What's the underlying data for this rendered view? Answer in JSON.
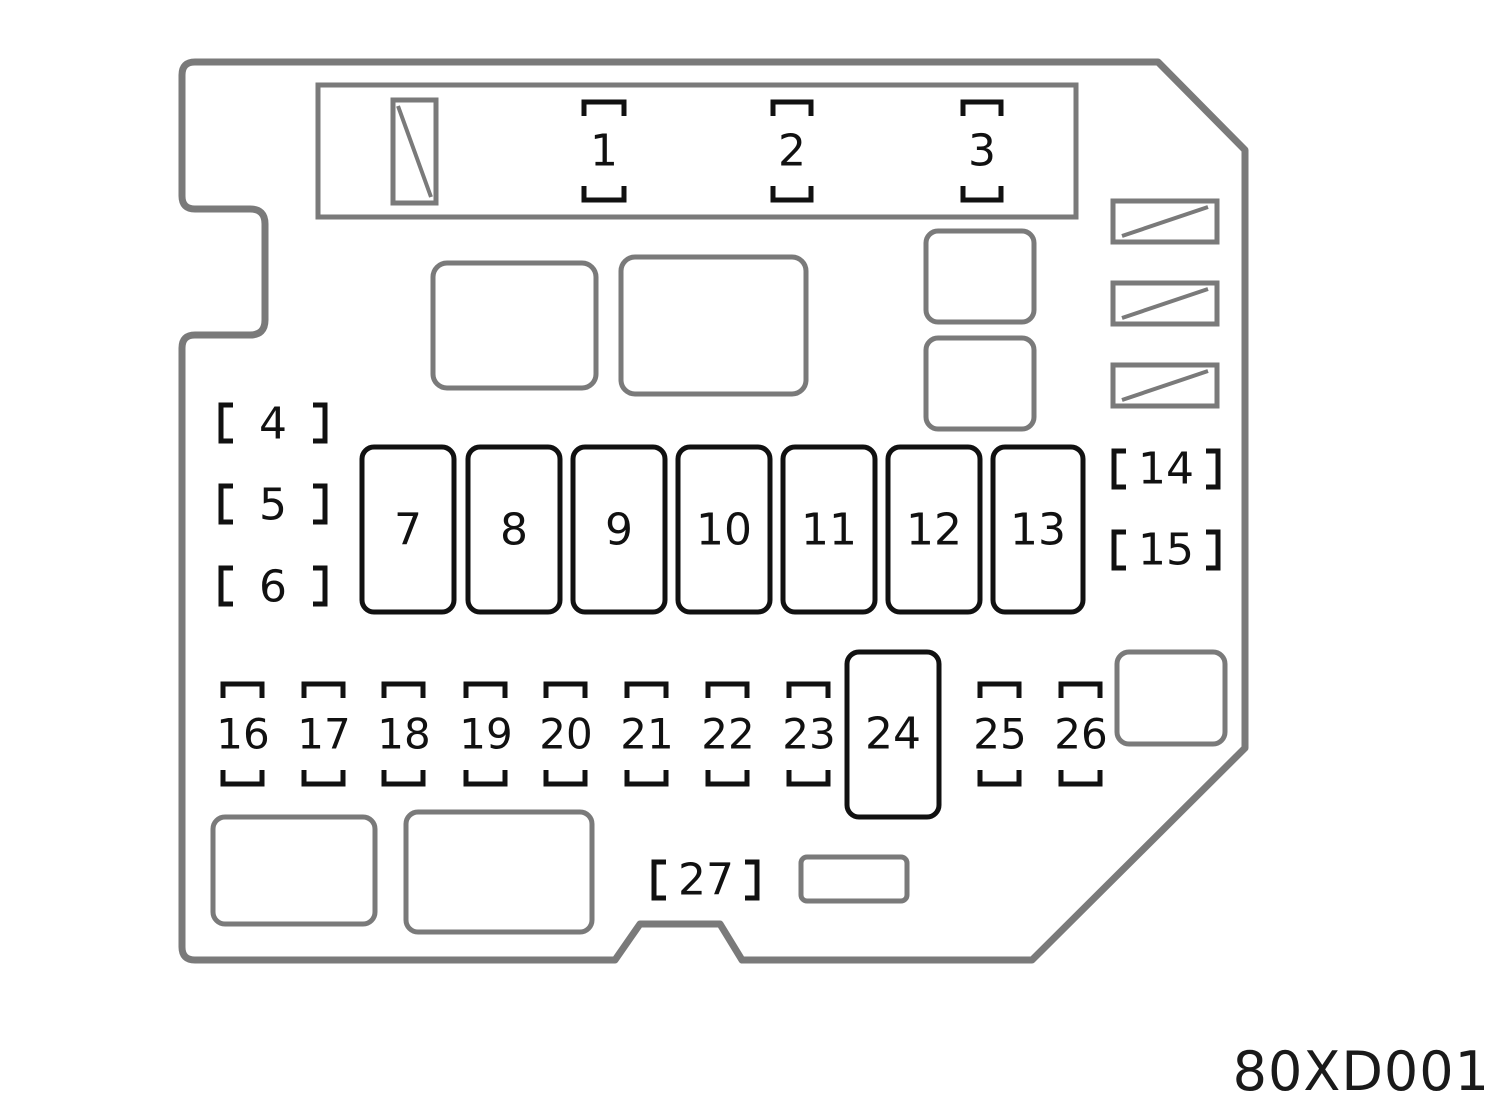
{
  "diagram_code": "80XD001",
  "top_fuses": [
    "1",
    "2",
    "3"
  ],
  "side_fuses": [
    "4",
    "5",
    "6"
  ],
  "big_fuses": [
    "7",
    "8",
    "9",
    "10",
    "11",
    "12",
    "13"
  ],
  "right_fuses": [
    "14",
    "15"
  ],
  "mini_fuses": [
    "16",
    "17",
    "18",
    "19",
    "20",
    "21",
    "22",
    "23"
  ],
  "fuse_24": "24",
  "mini_fuses_right": [
    "25",
    "26"
  ],
  "fuse_27": "27"
}
